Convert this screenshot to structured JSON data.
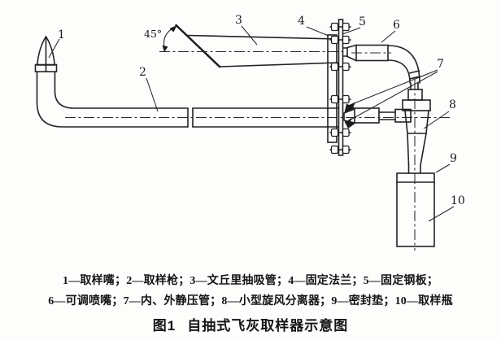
{
  "figure": {
    "angle_label": "45°",
    "callouts": [
      "1",
      "2",
      "3",
      "4",
      "5",
      "6",
      "7",
      "8",
      "9",
      "10"
    ],
    "legend_line1": "1—取样嘴；2—取样枪；3—文丘里抽吸管；4—固定法兰；5—固定钢板；",
    "legend_line2": "6—可调喷嘴；7—内、外静压管；8—小型旋风分离器；9—密封垫；10—取样瓶",
    "figure_number": "图1",
    "figure_title": "自抽式飞灰取样器示意图",
    "legend_items": [
      {
        "no": "1",
        "name": "取样嘴"
      },
      {
        "no": "2",
        "name": "取样枪"
      },
      {
        "no": "3",
        "name": "文丘里抽吸管"
      },
      {
        "no": "4",
        "name": "固定法兰"
      },
      {
        "no": "5",
        "name": "固定钢板"
      },
      {
        "no": "6",
        "name": "可调喷嘴"
      },
      {
        "no": "7",
        "name": "内、外静压管"
      },
      {
        "no": "8",
        "name": "小型旋风分离器"
      },
      {
        "no": "9",
        "name": "密封垫"
      },
      {
        "no": "10",
        "name": "取样瓶"
      }
    ],
    "colors": {
      "ink": "#1c1c1c",
      "background": "#fdfdfc"
    }
  }
}
